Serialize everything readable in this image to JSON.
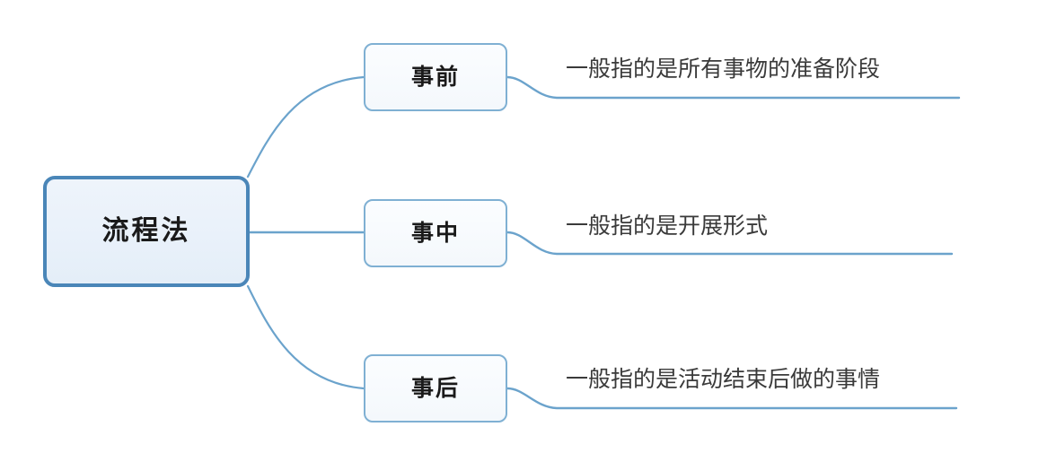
{
  "diagram": {
    "type": "mind-map",
    "background_color": "#ffffff",
    "root": {
      "label": "流程法",
      "border_color": "#4a86b8",
      "fill_color": "#e9f1fa",
      "text_color": "#1a1a1a"
    },
    "branch_style": {
      "border_color": "#7fb0d3",
      "fill_color": "#f7fafd",
      "text_color": "#1a1a1a"
    },
    "connector_color": "#6ba3cc",
    "underline_color": "#6ba3cc",
    "branches": [
      {
        "label": "事前",
        "description": "一般指的是所有事物的准备阶段"
      },
      {
        "label": "事中",
        "description": "一般指的是开展形式"
      },
      {
        "label": "事后",
        "description": "一般指的是活动结束后做的事情"
      }
    ]
  }
}
